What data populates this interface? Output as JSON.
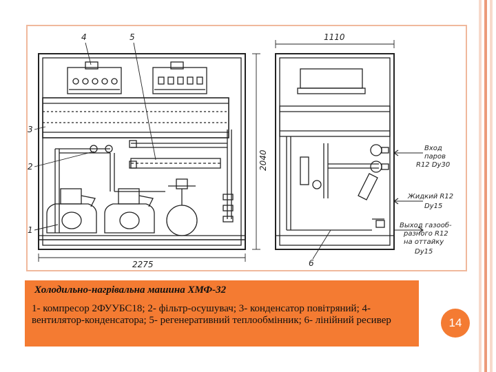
{
  "slide": {
    "caption_title": "Холодильно-нагрівальна машина ХМФ-32",
    "caption_text": "1- компресор 2ФУУБС18; 2- фільтр-осушувач; 3- конденсатор повітряний; 4- вентилятор-конденсатора; 5- регенеративний теплообмінник; 6- лінійний ресивер",
    "page_number": "14"
  },
  "drawing": {
    "callouts": {
      "c1": "1",
      "c2": "2",
      "c3": "3",
      "c4": "4",
      "c5": "5",
      "c6": "6"
    },
    "dimensions": {
      "width_front": "2275",
      "height": "2040",
      "width_side": "1110"
    },
    "annotations": {
      "inlet_line1": "Вход",
      "inlet_line2": "паров",
      "inlet_line3": "R12 Dy30",
      "liquid_line1": "Жидкий R12",
      "liquid_line2": "Dy15",
      "outlet_line1": "Выход газооб-",
      "outlet_line2": "разного R12",
      "outlet_line3": "на оттайку",
      "outlet_line4": "Dy15"
    }
  },
  "colors": {
    "accent": "#f47b32",
    "frame": "#f0b89c",
    "stripe_light": "#f7d9cb",
    "stripe_dark": "#ec9a7a"
  }
}
